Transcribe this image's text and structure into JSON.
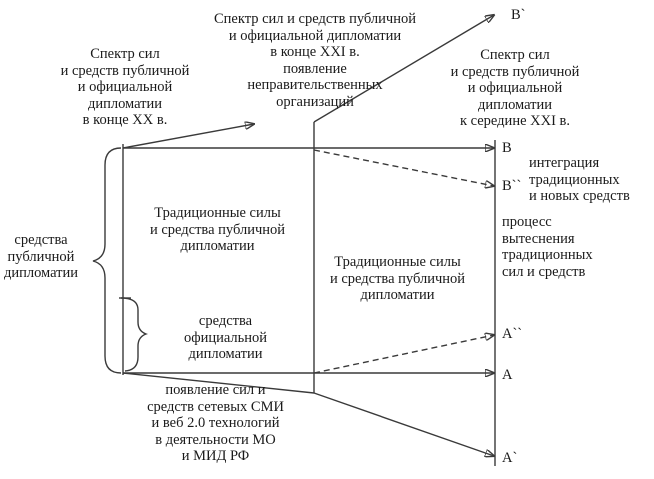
{
  "labels": {
    "spectrum_late_20c": "Спектр сил\nи средств публичной\nи официальной\nдипломатии\nв конце XX в.",
    "spectrum_early_21c": "Спектр сил и средств публичной\nи официальной дипломатии\nв конце XXI в.\nпоявление\nнеправительственных\nорганизаций",
    "spectrum_mid_21c": "Спектр сил\nи средств публичной\nи официальной\nдипломатии\nк середине XXI в.",
    "public_diplomacy_means": "средства\nпубличной\nдипломатии",
    "traditional_forces_left": "Традиционные силы\nи средства публичной\nдипломатии",
    "official_diplomacy_means": "средства\nофициальной\nдипломатии",
    "traditional_forces_middle": "Традиционные силы\nи средства публичной\nдипломатии",
    "network_media": "появление сил и\nсредств сетевых СМИ\nи веб 2.0 технологий\nв деятельности МО\nи МИД РФ",
    "integration": "интеграция\nтрадиционных\nи новых средств",
    "displacement": "процесс\nвытеснения\nтрадиционных\nсил и средств"
  },
  "points": {
    "b_prime": "B`",
    "b": "B",
    "b_double_prime": "B``",
    "a_double_prime": "A``",
    "a": "A",
    "a_prime": "A`"
  }
}
